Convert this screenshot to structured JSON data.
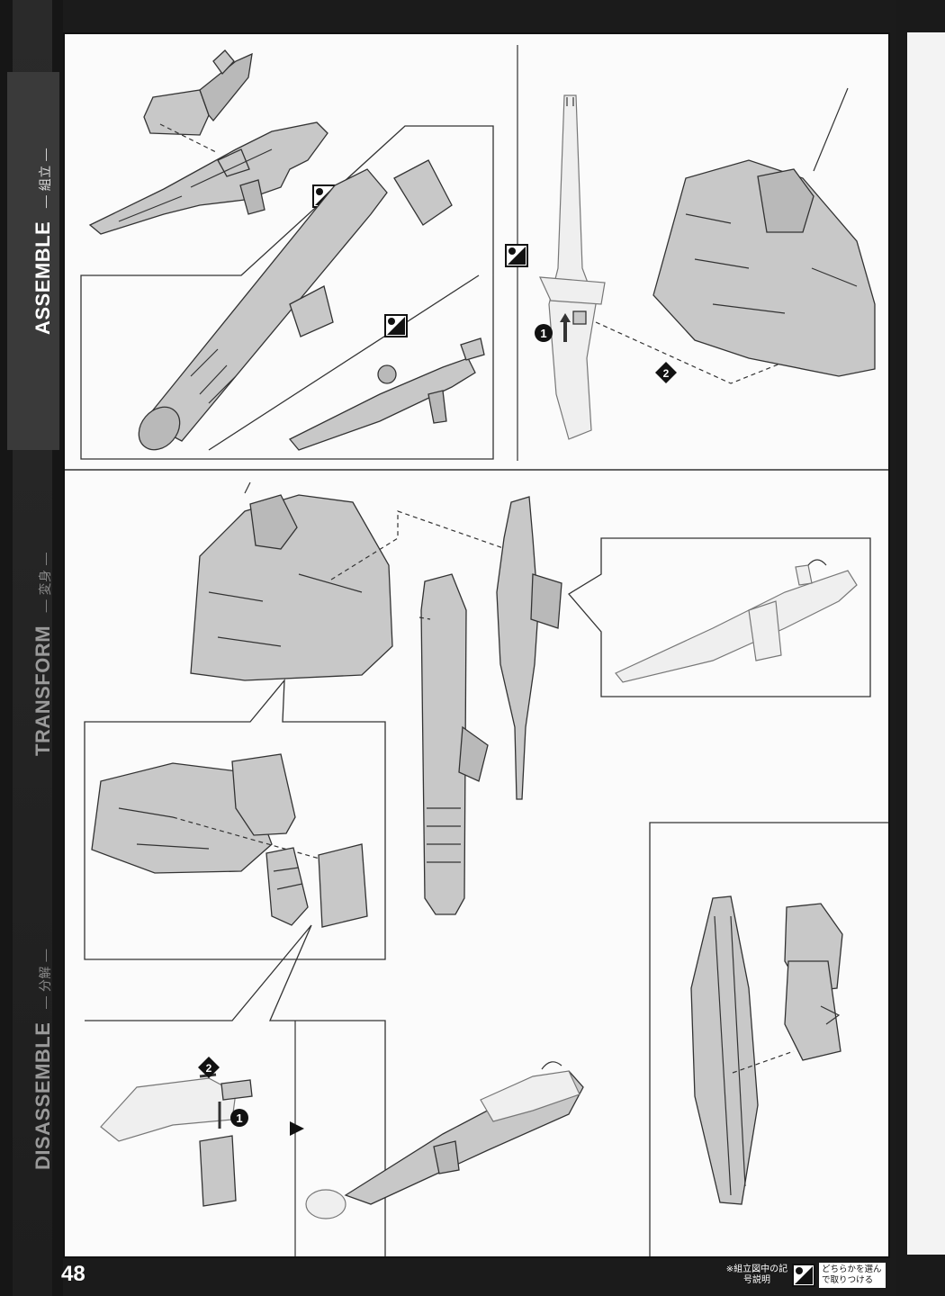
{
  "sidebar": {
    "sections": [
      {
        "label": "ASSEMBLE",
        "jp": "— 組立 —",
        "active": true
      },
      {
        "label": "TRANSFORM",
        "jp": "— 変身 —",
        "active": false
      },
      {
        "label": "DISASSEMBLE",
        "jp": "— 分解 —",
        "active": false
      }
    ]
  },
  "page_number": "48",
  "legend": {
    "note": "※組立図中の記号説明",
    "icon": "choose-one-icon",
    "text": "どちらかを選んで取りつける"
  },
  "steps": {
    "a1": "1",
    "a2": "2",
    "d1": "2",
    "d2": "1"
  },
  "colors": {
    "part_fill": "#c8c8c8",
    "part_stroke": "#333333",
    "clear_fill": "#eeeeee"
  }
}
